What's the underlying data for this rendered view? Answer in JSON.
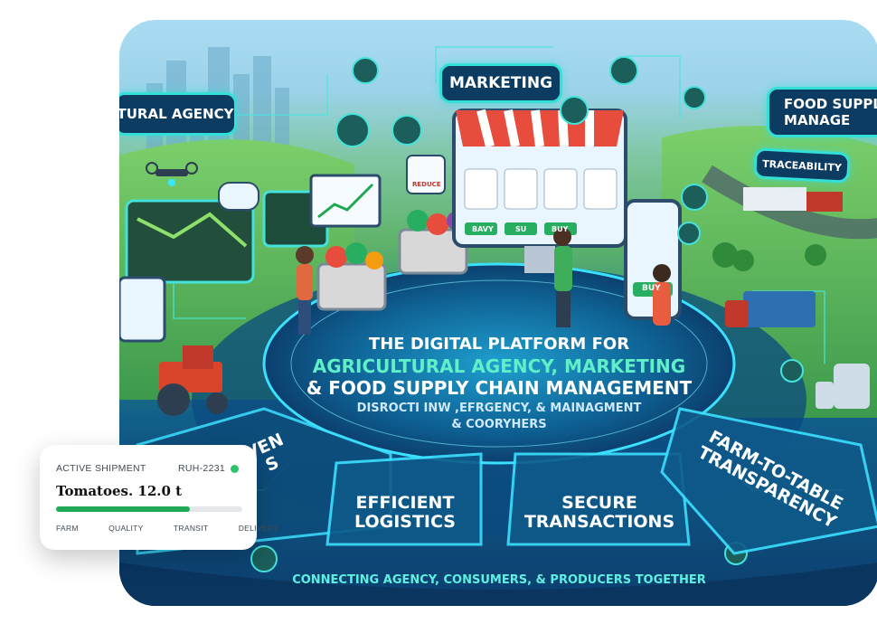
{
  "hero": {
    "tag_agency": "TURAL AGENCY",
    "tag_marketing": "MARKETING",
    "tag_food_supply": "FOOD SUPPL\nMANAGE",
    "tag_traceability": "TRACEABILITY",
    "store_badge": "REDUCE",
    "buy_1": "BAVY",
    "buy_2": "SU",
    "buy_3": "BUY",
    "buy_phone": "BUY",
    "title_line1": "THE DIGITAL PLATFORM FOR",
    "title_line2": "AGRICULTURAL AGENCY, MARKETING",
    "title_line3": "& FOOD SUPPLY CHAIN MANAGEMENT",
    "title_line4": "DISROCTI INW ,EFRGENCY, & MAINAGMENT",
    "title_line5": "& COORYHERS",
    "tile_data_driven": "VEN\nS",
    "tile_logistics": "EFFICIENT\nLOGISTICS",
    "tile_transactions": "SECURE\nTRANSACTIONS",
    "tile_transparency": "FARM-TO-TABLE\nTRANSPARENCY",
    "footer": "CONNECTING AGENCY, CONSUMERS, & PRODUCERS TOGETHER"
  },
  "shipment_card": {
    "status_label": "ACTIVE SHIPMENT",
    "shipment_id": "RUH-2231",
    "cargo": "Tomatoes. 12.0 t",
    "progress": 0.72,
    "stages": [
      "FARM",
      "QUALITY",
      "TRANSIT",
      "DELIVERY"
    ]
  },
  "colors": {
    "accent_cyan": "#33e0d8",
    "panel_navy": "#0d3c63",
    "status_green": "#2cc36b",
    "progress_green": "#1faa56"
  }
}
